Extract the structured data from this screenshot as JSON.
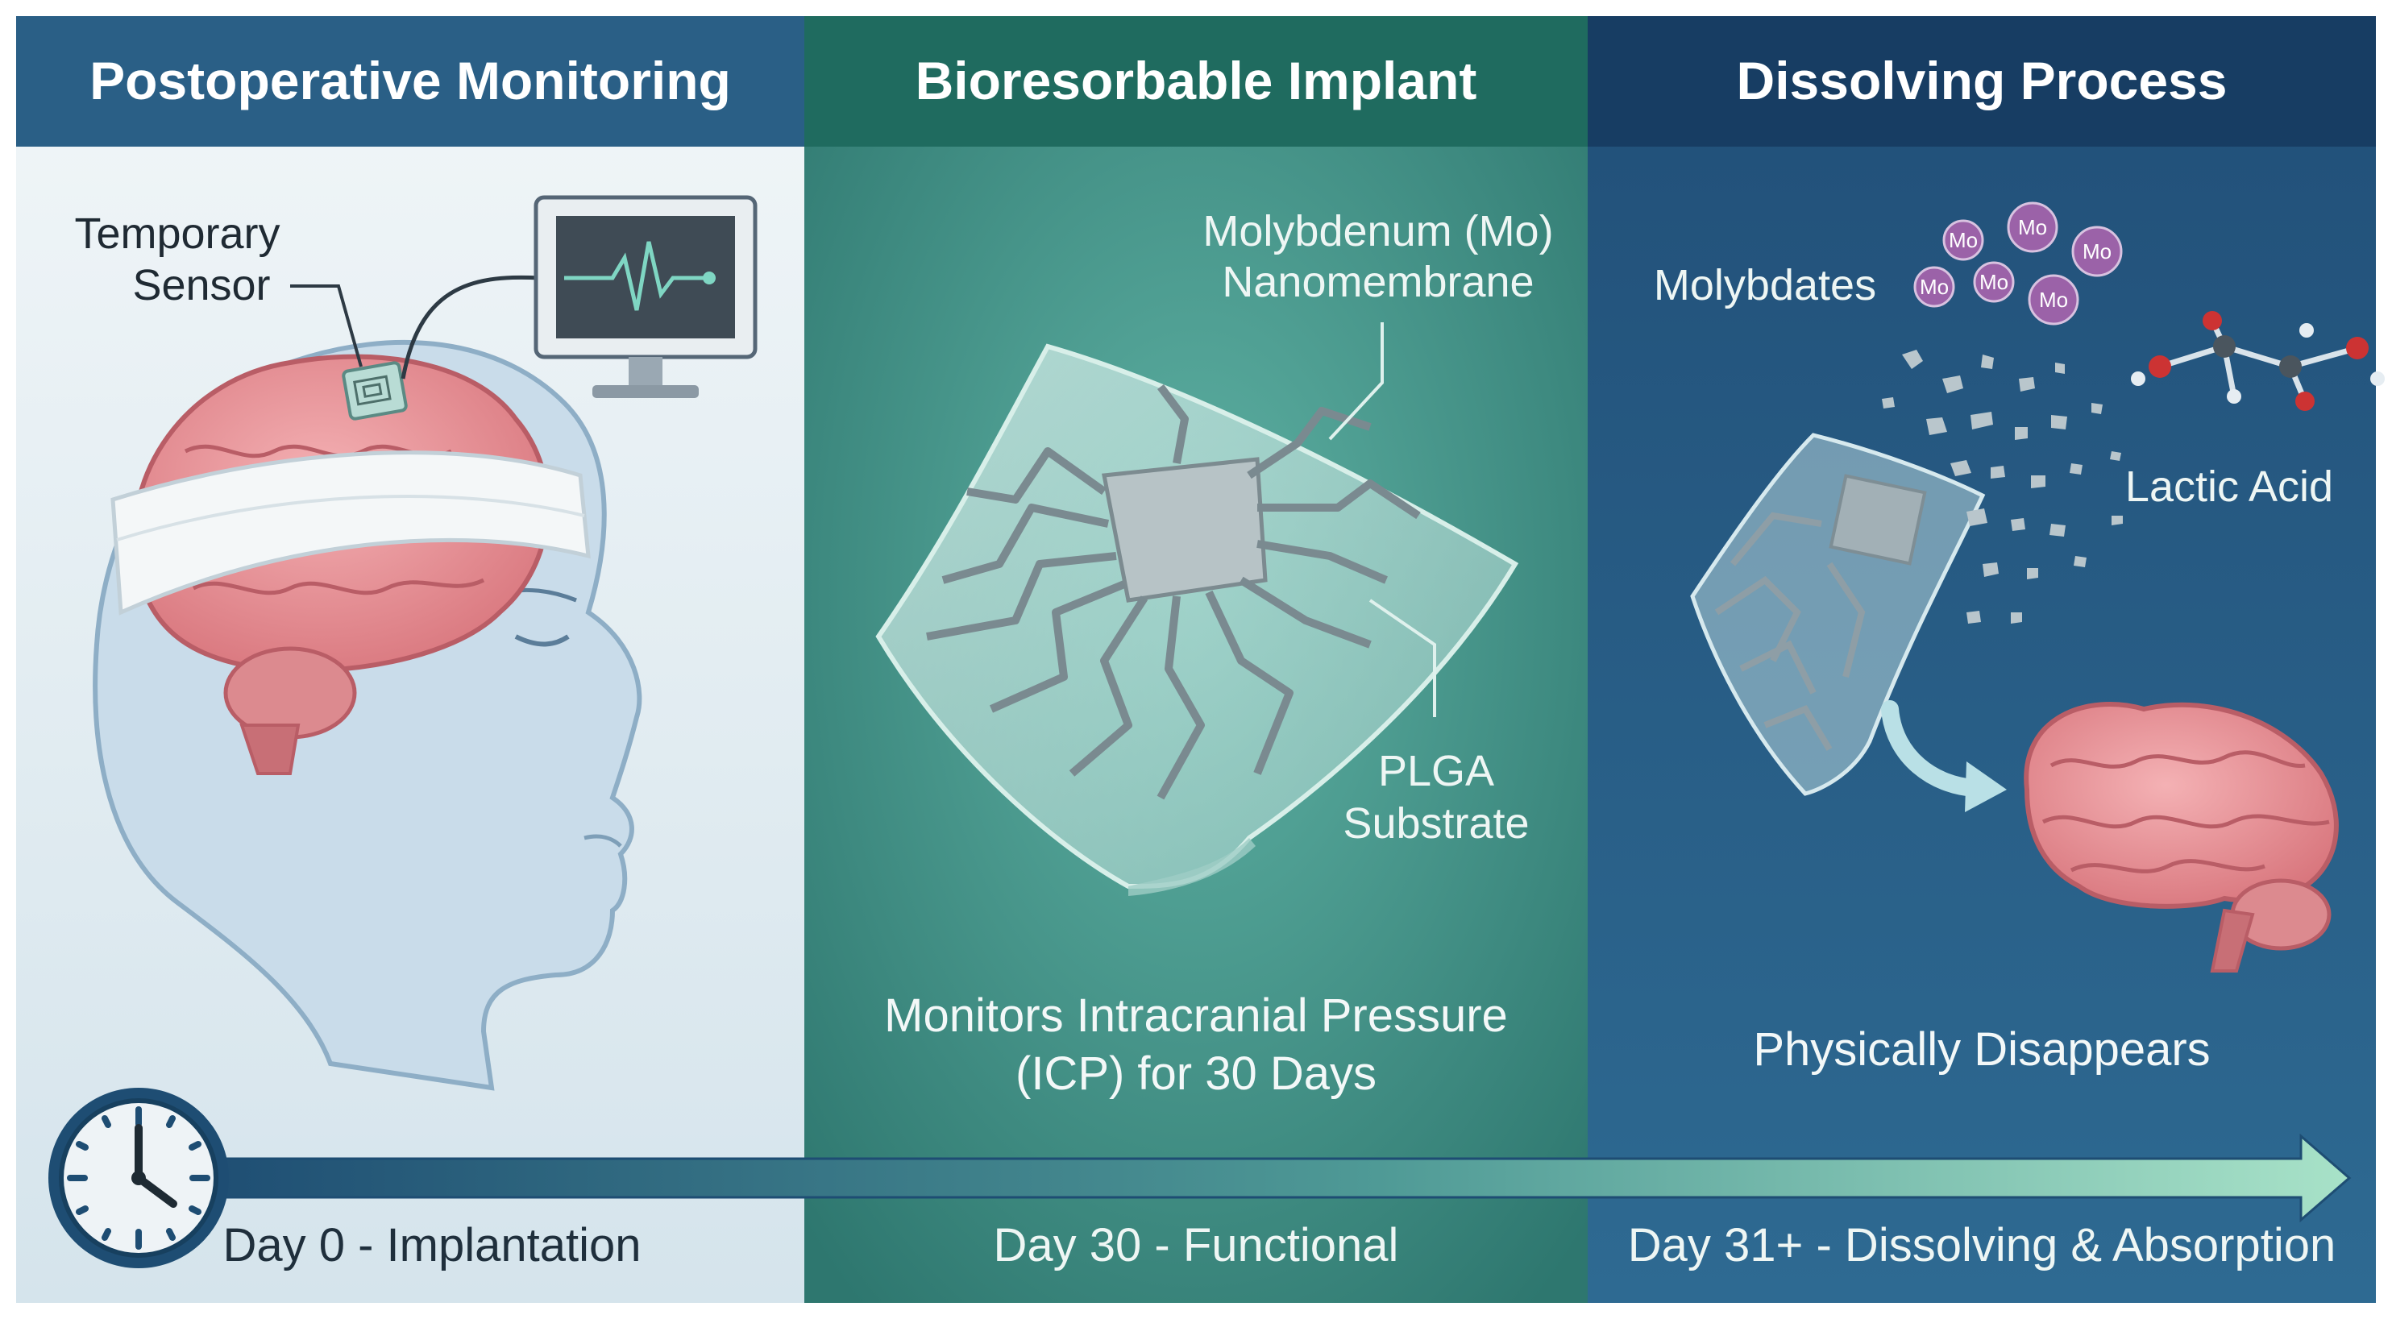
{
  "panels": [
    {
      "title": "Postoperative Monitoring",
      "day_label": "Day 0 - Implantation"
    },
    {
      "title": "Bioresorbable Implant",
      "day_label": "Day 30 - Functional"
    },
    {
      "title": "Dissolving Process",
      "day_label": "Day 31+ - Dissolving & Absorption"
    }
  ],
  "labels": {
    "temporary_sensor": [
      "Temporary",
      "Sensor"
    ],
    "molybdenum": [
      "Molybdenum (Mo)",
      "Nanomembrane"
    ],
    "plga": [
      "PLGA",
      "Substrate"
    ],
    "molybdates": "Molybdates",
    "lactic_acid": "Lactic Acid",
    "mo_ion": "Mo"
  },
  "captions": {
    "icp": [
      "Monitors Intracranial Pressure",
      "(ICP) for 30 Days"
    ],
    "disappears": "Physically Disappears"
  },
  "colors": {
    "panel1_header": "#2a5f86",
    "panel2_header": "#1f6b5f",
    "panel3_header": "#173d63",
    "panel1_bg": "#e6eff3",
    "panel2_bg": "#3f8f86",
    "panel3_bg": "#2b5f86",
    "brain": "#e8959b",
    "mo_ion": "#9b62a8",
    "timeline_start": "#1e4d73",
    "timeline_end": "#a8e2c8"
  },
  "icons": [
    "clock-icon",
    "monitor-icon",
    "brain-icon",
    "head-profile-icon",
    "arrow-icon"
  ]
}
